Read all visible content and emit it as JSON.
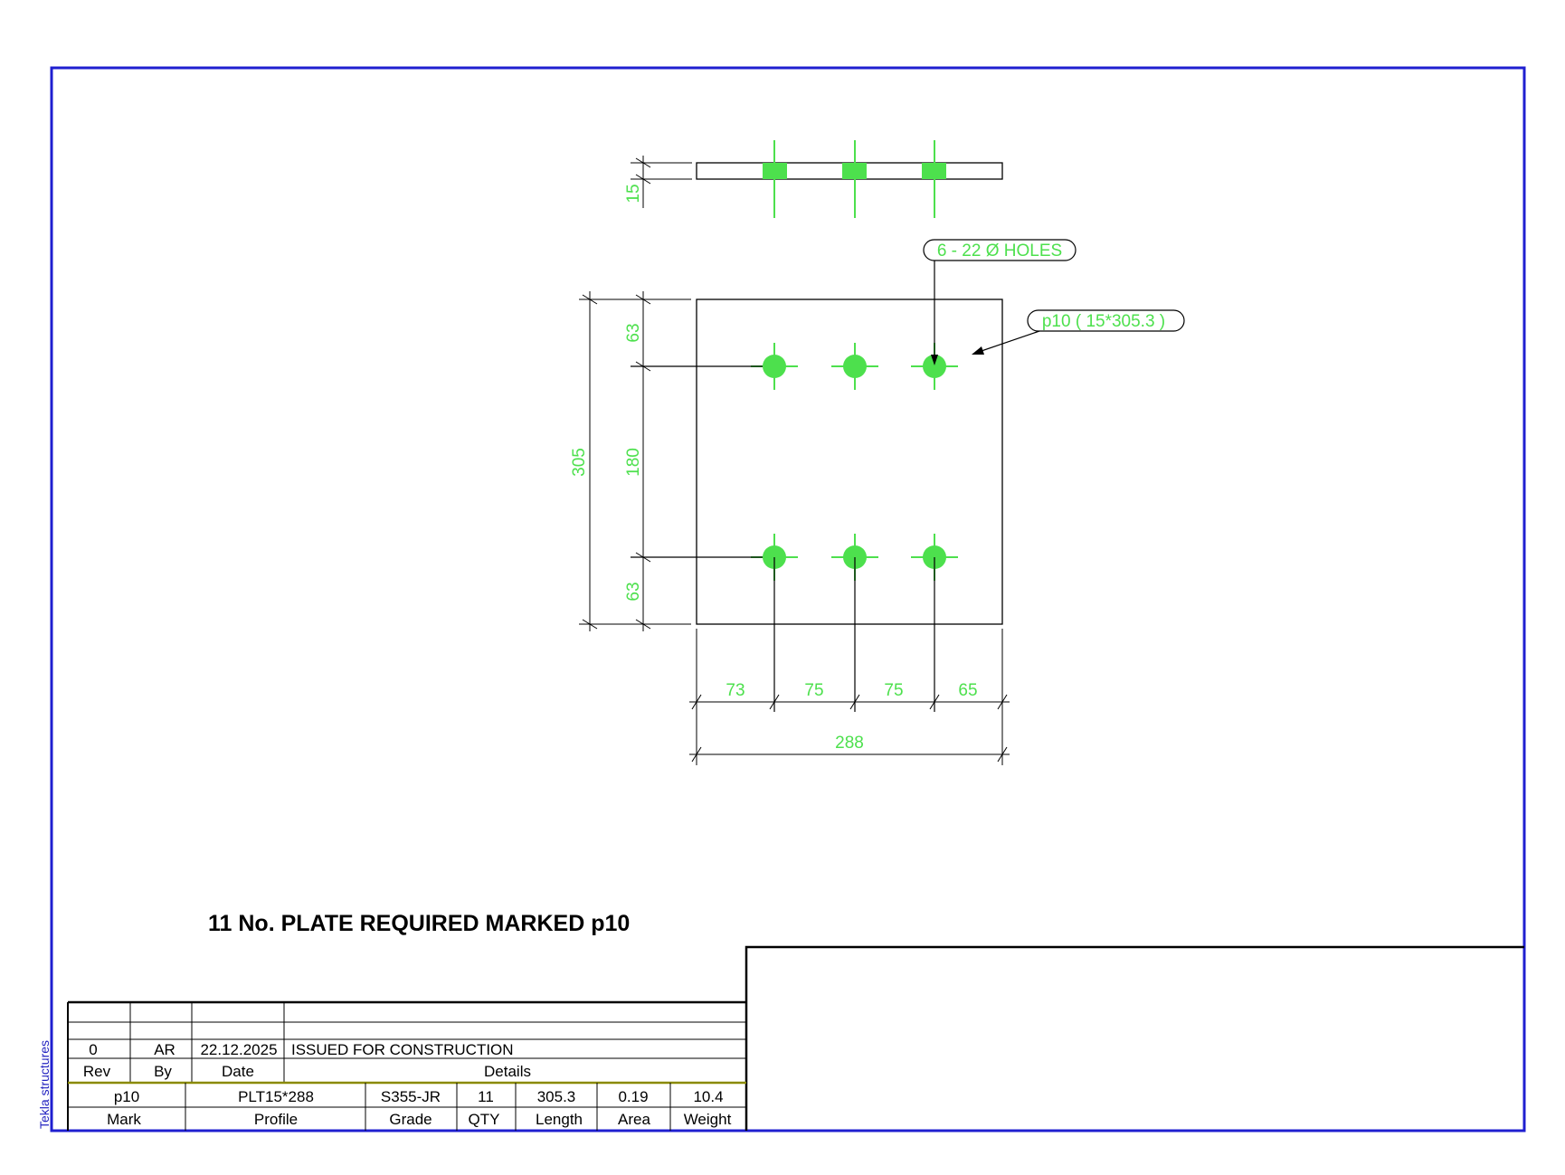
{
  "drawing": {
    "title": "11 No. PLATE REQUIRED MARKED p10",
    "software_label": "Tekla structures",
    "colors": {
      "border": "#1f1fd0",
      "dimension": "#4de04d",
      "line": "#000000"
    }
  },
  "section_view": {
    "thickness": "15"
  },
  "plan_view": {
    "hole_note": "6 - 22 Ø HOLES",
    "part_note": "p10 ( 15*305.3 )",
    "vertical_dims": {
      "overall": "305",
      "top": "63",
      "middle": "180",
      "bottom": "63"
    },
    "horizontal_dims": {
      "d1": "73",
      "d2": "75",
      "d3": "75",
      "d4": "65",
      "overall": "288"
    }
  },
  "revision_table": {
    "row": {
      "rev": "0",
      "by": "AR",
      "date": "22.12.2025",
      "details": "ISSUED FOR CONSTRUCTION"
    },
    "headers": {
      "rev": "Rev",
      "by": "By",
      "date": "Date",
      "details": "Details"
    }
  },
  "parts_table": {
    "row": {
      "mark": "p10",
      "profile": "PLT15*288",
      "grade": "S355-JR",
      "qty": "11",
      "length": "305.3",
      "area": "0.19",
      "weight": "10.4"
    },
    "headers": {
      "mark": "Mark",
      "profile": "Profile",
      "grade": "Grade",
      "qty": "QTY",
      "length": "Length",
      "area": "Area",
      "weight": "Weight"
    }
  }
}
